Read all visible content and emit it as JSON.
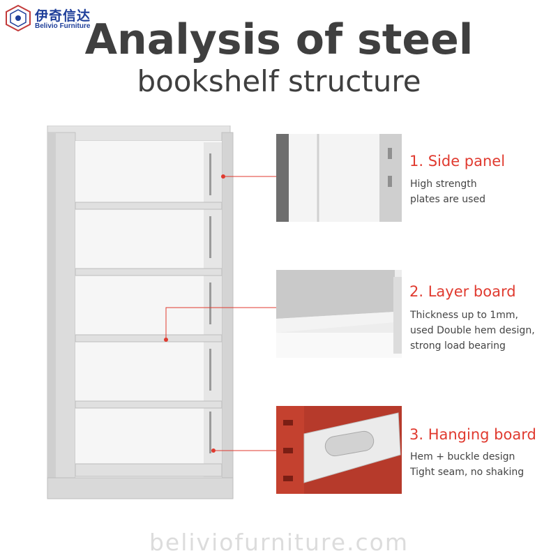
{
  "brand": {
    "name_cn": "伊奇信达",
    "name_en": "Belivio Furniture"
  },
  "title": {
    "line1": "Analysis of steel",
    "line2": "bookshelf structure"
  },
  "features": [
    {
      "title": "1. Side panel",
      "desc": [
        "High strength",
        "plates are used"
      ]
    },
    {
      "title": "2. Layer board",
      "desc": [
        "Thickness up to 1mm,",
        "used Double hem design,",
        "strong load bearing"
      ]
    },
    {
      "title": "3. Hanging board",
      "desc": [
        "Hem + buckle design",
        "Tight seam, no shaking"
      ]
    }
  ],
  "watermark": "beliviofurniture.com",
  "colors": {
    "accent": "#e03a2f",
    "brand": "#1f3f9a",
    "title_text": "#3f3f3f",
    "shelf_gray": "#d9d9d9"
  }
}
